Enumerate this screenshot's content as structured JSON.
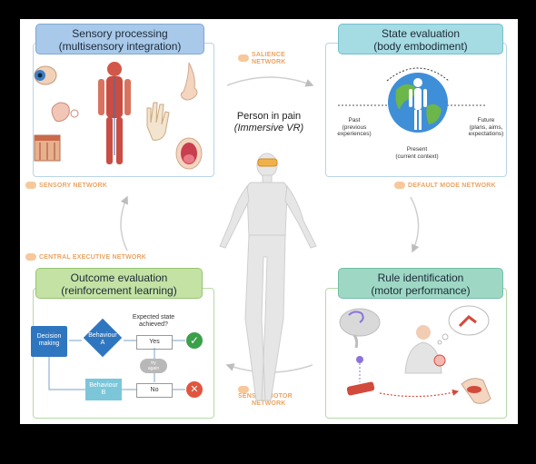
{
  "panels": {
    "sensory": {
      "title": "Sensory processing",
      "subtitle": "(multisensory integration)"
    },
    "state": {
      "title": "State evaluation",
      "subtitle": "(body embodiment)"
    },
    "outcome": {
      "title": "Outcome evaluation",
      "subtitle": "(reinforcement learning)"
    },
    "rule": {
      "title": "Rule identification",
      "subtitle": "(motor performance)"
    }
  },
  "networks": {
    "salience": [
      "SALIENCE",
      "NETWORK"
    ],
    "sensory": "SENSORY NETWORK",
    "default_mode": "DEFAULT MODE NETWORK",
    "central_executive": "CENTRAL EXECUTIVE NETWORK",
    "sensorimotor": [
      "SENSORIMOTOR",
      "NETWORK"
    ]
  },
  "center": {
    "title": "Person in pain",
    "subtitle": "(Immersive VR)"
  },
  "timeline": {
    "past": [
      "Past",
      "(previous",
      "experiences)"
    ],
    "present": [
      "Present",
      "(current context)"
    ],
    "future": [
      "Future",
      "(plans, aims,",
      "expectations)"
    ]
  },
  "flowchart": {
    "decision": [
      "Decision",
      "making"
    ],
    "behaviour_a": [
      "Behaviour",
      "A"
    ],
    "behaviour_b": [
      "Behaviour",
      "B"
    ],
    "expected": [
      "Expected state",
      "achieved?"
    ],
    "yes": "Yes",
    "no": "No",
    "try_again": [
      "try",
      "again"
    ]
  },
  "colors": {
    "panel_blue": "#a9c9ea",
    "panel_teal": "#a5dbe3",
    "panel_green": "#c4e2a4",
    "panel_mint": "#9ed8c5",
    "network_orange": "#eaa464",
    "decision_blue": "#2f76c0",
    "check_green": "#3aa04a",
    "cross_red": "#e0553f"
  },
  "icons": [
    "eye-icon",
    "ear-icon",
    "skin-icon",
    "body-anatomy-icon",
    "hand-icon",
    "nose-icon",
    "mouth-icon",
    "earth-icon",
    "brain-icon",
    "muscle-icon",
    "check-icon",
    "cross-icon"
  ]
}
